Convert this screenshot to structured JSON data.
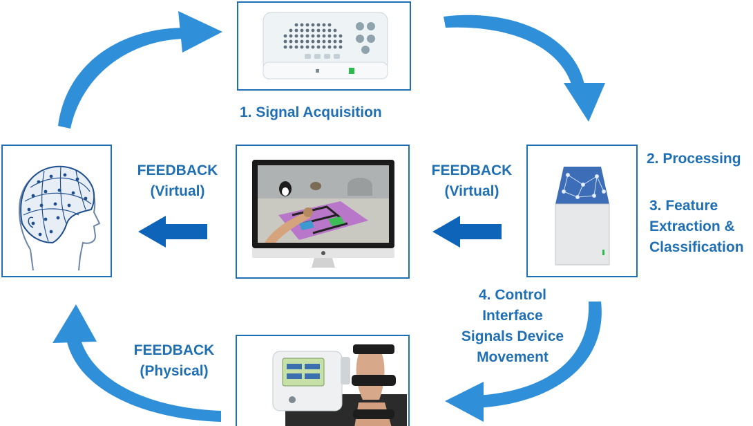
{
  "labels": {
    "step1": "1. Signal Acquisition",
    "step2": "2. Processing",
    "step3": [
      "3. Feature",
      "Extraction &",
      "Classification"
    ],
    "step4": [
      "4. Control",
      "Interface",
      "Signals Device",
      "Movement"
    ],
    "feedback_virtual_mid": [
      "FEEDBACK",
      "(Virtual)"
    ],
    "feedback_virtual_right": [
      "FEEDBACK",
      "(Virtual)"
    ],
    "feedback_physical": [
      "FEEDBACK",
      "(Physical)"
    ]
  },
  "colors": {
    "accent": "#1f6fb4",
    "arrow": "#2f8fd8",
    "arrow_dark": "#0d64b8"
  },
  "icons": {
    "eeg_amplifier": "eeg-amplifier-device",
    "eeg_cap_head": "eeg-cap-head",
    "monitor": "monitor-with-virtual-game",
    "processor": "processing-unit",
    "robot": "rehab-robot-device"
  }
}
